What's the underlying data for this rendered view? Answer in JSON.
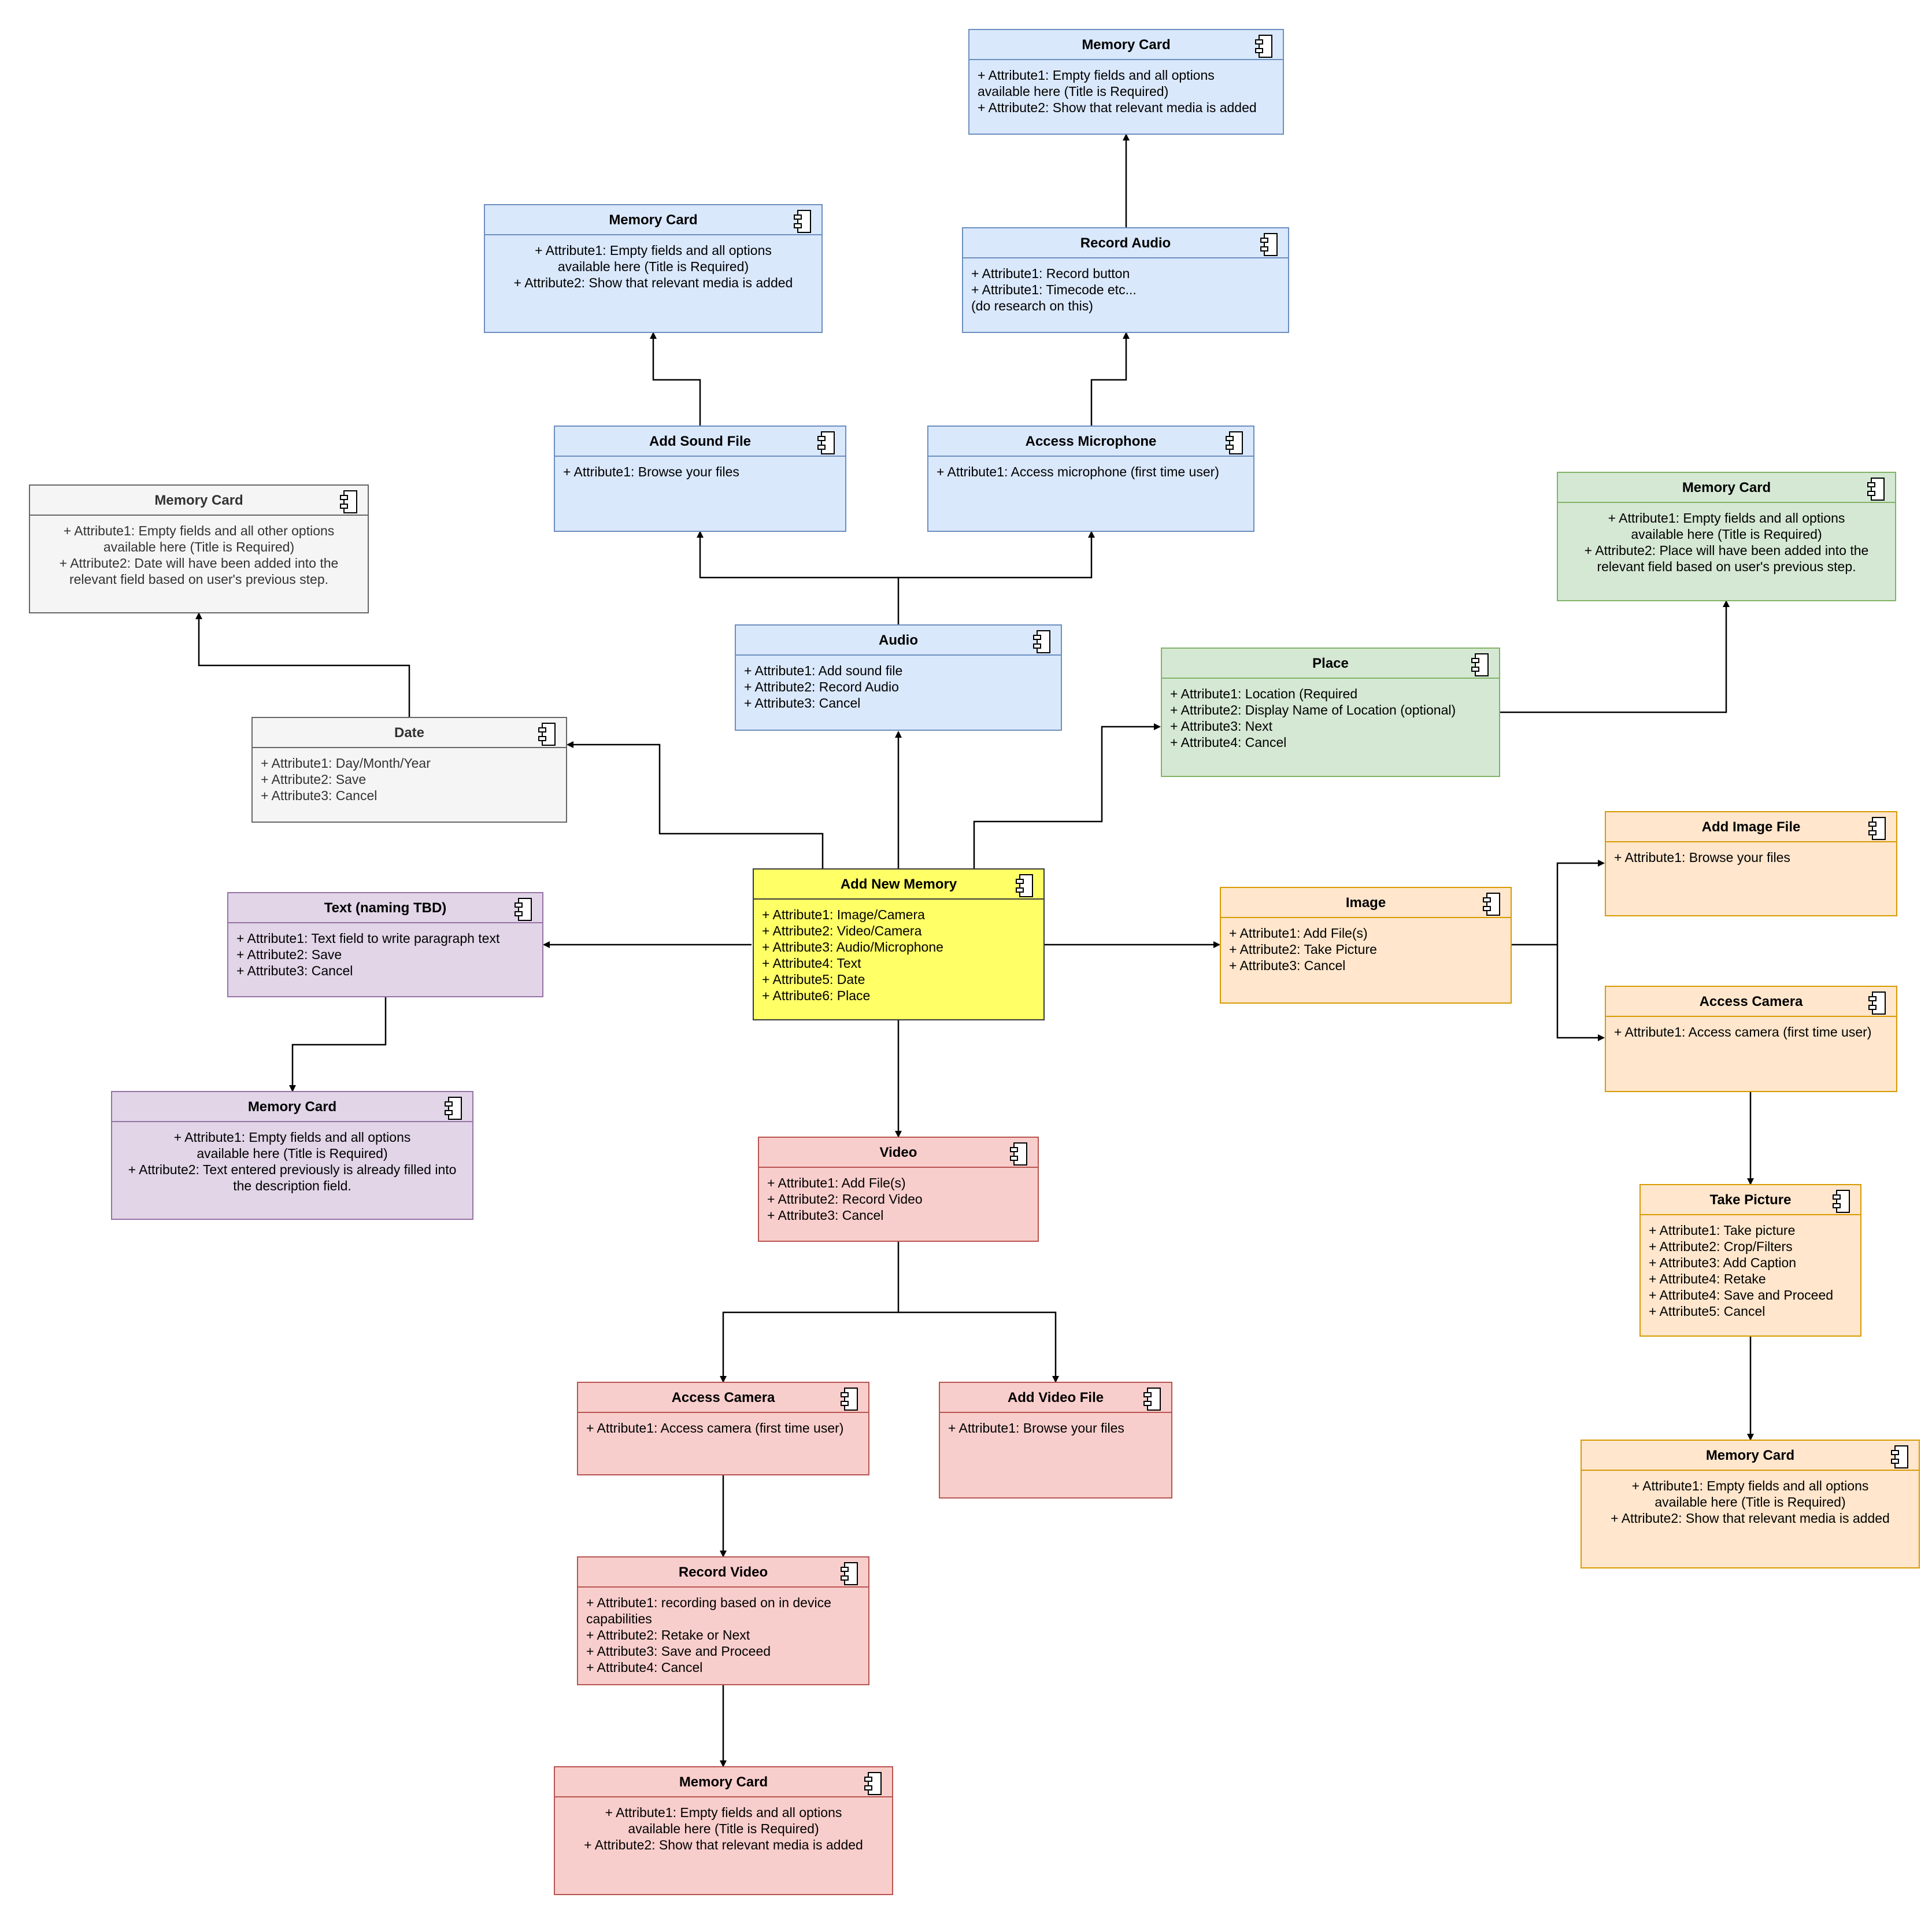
{
  "boxes": {
    "mc_audio_rec": {
      "title": "Memory Card",
      "lines": [
        "+ Attribute1: Empty fields and all options",
        "   available here (Title is Required)",
        "+ Attribute2: Show that relevant media is added"
      ]
    },
    "record_audio": {
      "title": "Record Audio",
      "lines": [
        "+ Attribute1: Record button",
        "+ Attribute1: Timecode etc...",
        "(do research on this)"
      ]
    },
    "mc_audio_file": {
      "title": "Memory Card",
      "lines": [
        "+ Attribute1: Empty fields and all options",
        "available here (Title is Required)",
        "+ Attribute2: Show that relevant media is added"
      ]
    },
    "add_sound_file": {
      "title": "Add Sound File",
      "lines": [
        "+ Attribute1: Browse your files"
      ]
    },
    "access_mic": {
      "title": "Access Microphone",
      "lines": [
        "+ Attribute1: Access microphone (first time user)"
      ]
    },
    "audio": {
      "title": "Audio",
      "lines": [
        "+ Attribute1: Add sound file",
        "+ Attribute2: Record Audio",
        "+ Attribute3: Cancel"
      ]
    },
    "mc_date": {
      "title": "Memory Card",
      "lines": [
        "+ Attribute1: Empty fields and all other options",
        "available here (Title is Required)",
        "+ Attribute2: Date will have been added into the",
        "relevant field based on user's previous step."
      ]
    },
    "date": {
      "title": "Date",
      "lines": [
        "+ Attribute1: Day/Month/Year",
        "+ Attribute2: Save",
        "+ Attribute3: Cancel"
      ]
    },
    "place": {
      "title": "Place",
      "lines": [
        "+ Attribute1: Location (Required",
        "+ Attribute2: Display Name of Location (optional)",
        "+ Attribute3: Next",
        "+ Attribute4: Cancel"
      ]
    },
    "mc_place": {
      "title": "Memory Card",
      "lines": [
        "+ Attribute1: Empty fields and all options",
        "available here (Title is Required)",
        "+ Attribute2: Place will have been added into the",
        "relevant field based on user's previous step."
      ]
    },
    "add_new_memory": {
      "title": "Add New Memory",
      "lines": [
        "+ Attribute1: Image/Camera",
        "+ Attribute2: Video/Camera",
        "+ Attribute3: Audio/Microphone",
        "+ Attribute4: Text",
        "+ Attribute5: Date",
        "+ Attribute6: Place"
      ]
    },
    "text": {
      "title": "Text (naming TBD)",
      "lines": [
        "+ Attribute1: Text field to write paragraph text",
        "+ Attribute2: Save",
        "+ Attribute3: Cancel"
      ]
    },
    "mc_text": {
      "title": "Memory Card",
      "lines": [
        "+ Attribute1: Empty fields and all options",
        "available here (Title is Required)",
        "+ Attribute2: Text entered previously is already filled into",
        "the description field."
      ]
    },
    "image": {
      "title": "Image",
      "lines": [
        "+ Attribute1: Add File(s)",
        "+ Attribute2: Take Picture",
        "+ Attribute3: Cancel"
      ]
    },
    "add_image_file": {
      "title": "Add Image File",
      "lines": [
        "+ Attribute1: Browse your files"
      ]
    },
    "access_camera_img": {
      "title": "Access Camera",
      "lines": [
        "+ Attribute1: Access camera (first time user)"
      ]
    },
    "take_picture": {
      "title": "Take Picture",
      "lines": [
        "+ Attribute1: Take picture",
        "+ Attribute2: Crop/Filters",
        "+ Attribute3: Add Caption",
        "+ Attribute4: Retake",
        "+ Attribute4: Save and Proceed",
        "+ Attribute5: Cancel"
      ]
    },
    "mc_image": {
      "title": "Memory Card",
      "lines": [
        "+ Attribute1: Empty fields and all options",
        "available here (Title is Required)",
        "+ Attribute2: Show that relevant media is added"
      ]
    },
    "video": {
      "title": "Video",
      "lines": [
        "+ Attribute1: Add File(s)",
        "+ Attribute2: Record Video",
        "+ Attribute3: Cancel"
      ]
    },
    "access_camera_vid": {
      "title": "Access Camera",
      "lines": [
        "+ Attribute1: Access camera (first time user)"
      ]
    },
    "add_video_file": {
      "title": "Add Video File",
      "lines": [
        "+ Attribute1: Browse your files"
      ]
    },
    "record_video": {
      "title": "Record Video",
      "lines": [
        "+ Attribute1: recording based on in device",
        "capabilities",
        "+ Attribute2: Retake or Next",
        "+ Attribute3: Save and Proceed",
        "+ Attribute4: Cancel"
      ]
    },
    "mc_video": {
      "title": "Memory Card",
      "lines": [
        "+ Attribute1: Empty fields and all options",
        "available here (Title is Required)",
        "+ Attribute2: Show that relevant media is added"
      ]
    }
  },
  "colors": {
    "blue": "#dae8fc",
    "green": "#d5e8d4",
    "orange": "#ffe6cc",
    "red": "#f8cecc",
    "purple": "#e1d5e7",
    "gray": "#f5f5f5",
    "yellow": "#ffff66",
    "connector": "#000000"
  },
  "icons": {
    "box_corner": "uml-component-icon"
  }
}
